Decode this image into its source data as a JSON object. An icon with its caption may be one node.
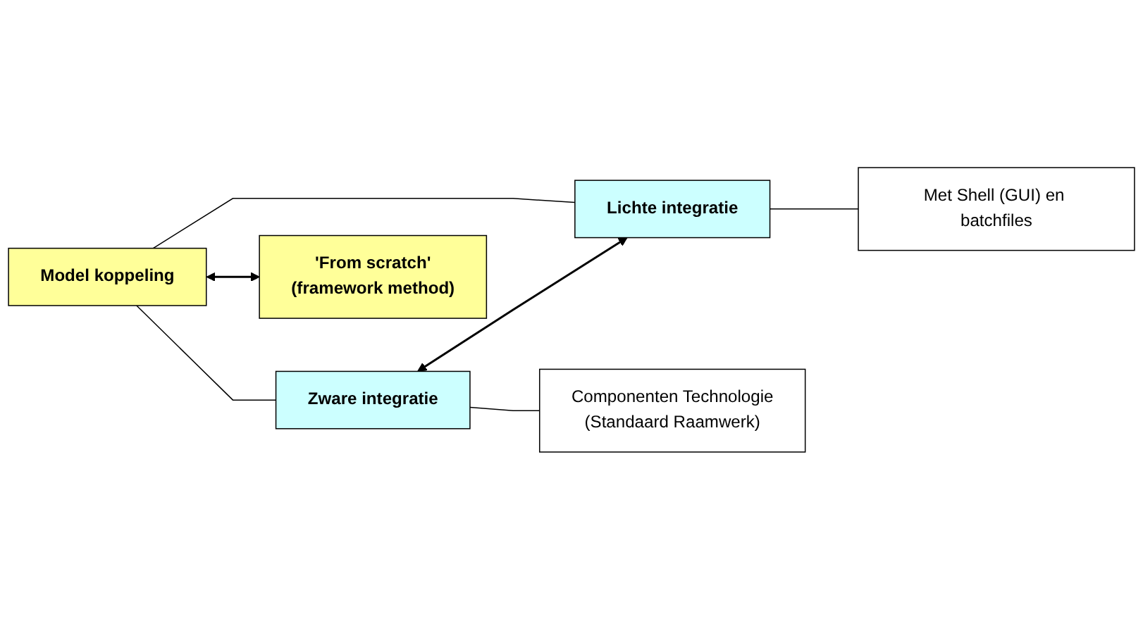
{
  "diagram": {
    "nodes": [
      {
        "text": [
          "Model koppeling"
        ]
      },
      {
        "text": [
          "Zware integratie"
        ]
      },
      {
        "text": [
          "Lichte integratie"
        ]
      },
      {
        "text": [
          "'From scratch'",
          "(framework method)"
        ]
      },
      {
        "text": [
          "Componenten Technologie",
          "(Standaard Raamwerk)"
        ]
      },
      {
        "text": [
          "Met Shell (GUI) en batchfiles"
        ]
      }
    ],
    "edges": [
      {
        "from": 0,
        "to": 1,
        "arrow": "none"
      },
      {
        "from": 0,
        "to": 2,
        "arrow": "none"
      },
      {
        "from": 1,
        "to": 2,
        "arrow": "both"
      },
      {
        "from": 0,
        "to": 3,
        "arrow": "both"
      },
      {
        "from": 1,
        "to": 4,
        "arrow": "none"
      },
      {
        "from": 2,
        "to": 5,
        "arrow": "none"
      }
    ]
  }
}
